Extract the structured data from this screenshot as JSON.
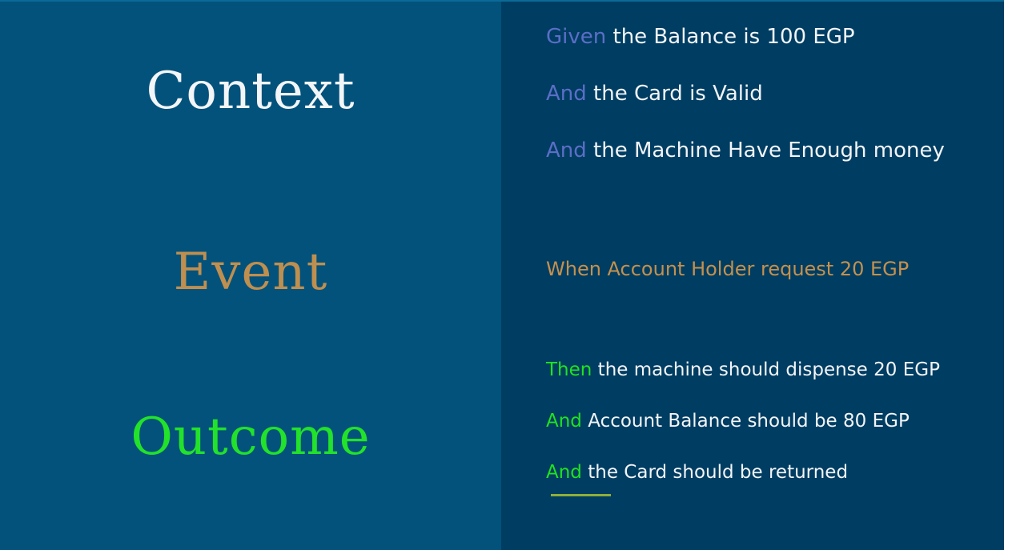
{
  "colors": {
    "left_panel": "#02527c",
    "right_panel": "#003d62",
    "context_heading": "#f3f5f7",
    "event_accent": "#bf8f4f",
    "outcome_accent": "#22e22a",
    "context_keyword": "#5b6ec7",
    "body_text": "#f2f5f8"
  },
  "headings": {
    "context": "Context",
    "event": "Event",
    "outcome": "Outcome"
  },
  "context_lines": [
    {
      "keyword": "Given",
      "text": " the Balance is 100 EGP"
    },
    {
      "keyword": "And",
      "text": " the Card is Valid"
    },
    {
      "keyword": "And",
      "text": " the Machine Have Enough money"
    }
  ],
  "event_line": {
    "text": "When Account Holder request 20 EGP"
  },
  "outcome_lines": [
    {
      "keyword": "Then",
      "text": " the machine should dispense 20 EGP"
    },
    {
      "keyword": "And",
      "text": " Account Balance should be 80 EGP"
    },
    {
      "keyword": "And",
      "text": " the Card should be returned"
    }
  ]
}
